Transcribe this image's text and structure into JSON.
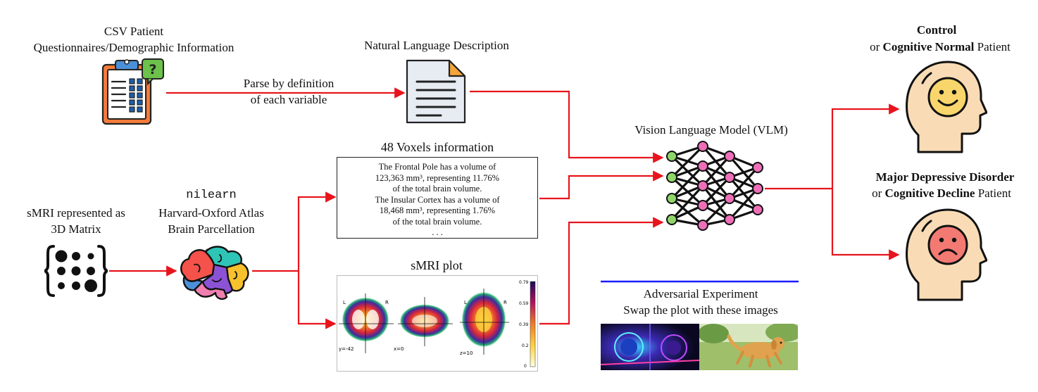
{
  "csv": {
    "line1": "CSV Patient",
    "line2": "Questionnaires/Demographic Information"
  },
  "nl_desc": {
    "title": "Natural Language Description"
  },
  "parse": {
    "line1": "Parse by definition",
    "line2": "of each variable"
  },
  "vlm": {
    "title": "Vision Language Model (VLM)"
  },
  "control": {
    "bold1": "Control",
    "pre2": "or ",
    "bold2": "Cognitive Normal",
    "post2": " Patient"
  },
  "mdd": {
    "bold1": "Major Depressive Disorder",
    "pre2": "or ",
    "bold2": "Cognitive Decline",
    "post2": " Patient"
  },
  "voxels": {
    "title": "48 Voxels information",
    "lines": [
      "The Frontal Pole has a volume of",
      "123,363 mm³, representing 11.76%",
      "of the total brain volume.",
      "The Insular Cortex has a volume of",
      "18,468 mm³, representing 1.76%",
      "of the total brain volume.",
      ". . ."
    ]
  },
  "smri": {
    "line1": "sMRI represented as",
    "line2": "3D Matrix"
  },
  "nilearn": {
    "line1": "nilearn",
    "line2": "Harvard-Oxford Atlas",
    "line3": "Brain Parcellation"
  },
  "smri_plot": {
    "title": "sMRI plot",
    "coord1": "y=-42",
    "coord2": "x=0",
    "coord3": "z=10",
    "L": "L",
    "R": "R",
    "colorbar_ticks": [
      "0.79",
      "0.59",
      "0.39",
      "0.2",
      "0"
    ]
  },
  "adversarial": {
    "line1": "Adversarial Experiment",
    "line2": "Swap the plot with these images"
  },
  "colors": {
    "arrow": "#e8141c",
    "adversarial_line": "#1a1aff",
    "head": "#f9dcb5",
    "happy_face": "#f9d66b",
    "sad_face": "#f27a73"
  }
}
